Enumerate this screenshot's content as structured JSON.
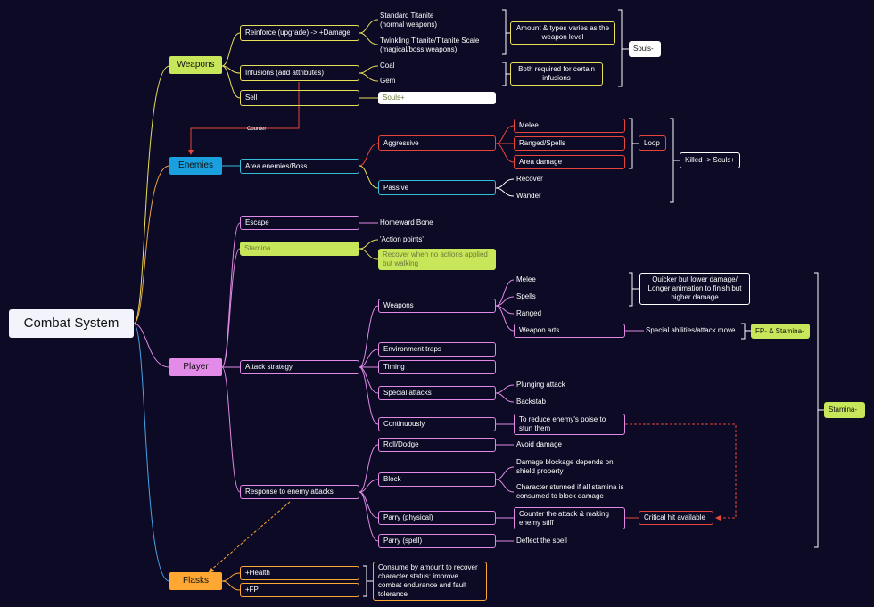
{
  "root": "Combat System",
  "colors": {
    "weapons": "#c8e65a",
    "enemies": "#1aa0de",
    "player": "#e38be8",
    "flasks": "#ffa733",
    "red": "#e8453c",
    "cyan": "#33bfdc",
    "yellow": "#e9e05a",
    "pink": "#e08ae6",
    "blue": "#4aa3e6",
    "orange": "#ffa733",
    "white": "#ffffff"
  },
  "weapons": {
    "label": "Weapons",
    "reinforce": "Reinforce (upgrade) -> +Damage",
    "titanite": "Standard Titanite\n(normal weapons)",
    "twinkling": "Twinkling Titanite/Titanite Scale\n(magical/boss weapons)",
    "amount_note": "Amount & types varies as the weapon level",
    "infusions": "Infusions (add attributes)",
    "coal": "Coal",
    "gem": "Gem",
    "both_note": "Both required for certain infusions",
    "souls_minus": "Souls-",
    "sell": "Sell",
    "souls_plus": "Souls+"
  },
  "counter_label": "Counter",
  "enemies": {
    "label": "Enemies",
    "area": "Area enemies/Boss",
    "aggressive": "Aggressive",
    "melee": "Melee",
    "ranged": "Ranged/Spells",
    "area_damage": "Area damage",
    "loop": "Loop",
    "passive": "Passive",
    "recover": "Recover",
    "wander": "Wander",
    "killed": "Killed -> Souls+"
  },
  "player": {
    "label": "Player",
    "escape": "Escape",
    "homeward": "Homeward Bone",
    "stamina": "Stamina",
    "action_points": "'Action points'",
    "recover_note": "Recover when no actions applied but walking",
    "attack": "Attack strategy",
    "weapons": "Weapons",
    "melee": "Melee",
    "spells": "Spells",
    "ranged": "Ranged",
    "quicker_note": "Quicker but lower damage/ Longer animation to finish but higher damage",
    "weapon_arts": "Weapon arts",
    "special_abilities": "Special abilities/attack move",
    "fp_stamina": "FP- & Stamina-",
    "env_traps": "Environment traps",
    "timing": "Timing",
    "special_attacks": "Special attacks",
    "plunging": "Plunging attack",
    "backstab": "Backstab",
    "continuously": "Continuously",
    "poise_note": "To reduce enemy's poise to stun them",
    "stamina_minus": "Stamina-",
    "response": "Response to enemy attacks",
    "roll": "Roll/Dodge",
    "avoid": "Avoid damage",
    "block": "Block",
    "block_note1": "Damage blockage depends on shield property",
    "block_note2": "Character stunned if all stamina is consumed to block damage",
    "parry_phys": "Parry (physical)",
    "counter_note": "Counter the attack & making enemy stiff",
    "critical": "Critical hit available",
    "parry_spell": "Parry (spell)",
    "deflect": "Deflect the spell"
  },
  "flasks": {
    "label": "Flasks",
    "health": "+Health",
    "fp": "+FP",
    "consume_note": "Consume by amount to recover character status: improve combat endurance and fault tolerance"
  }
}
